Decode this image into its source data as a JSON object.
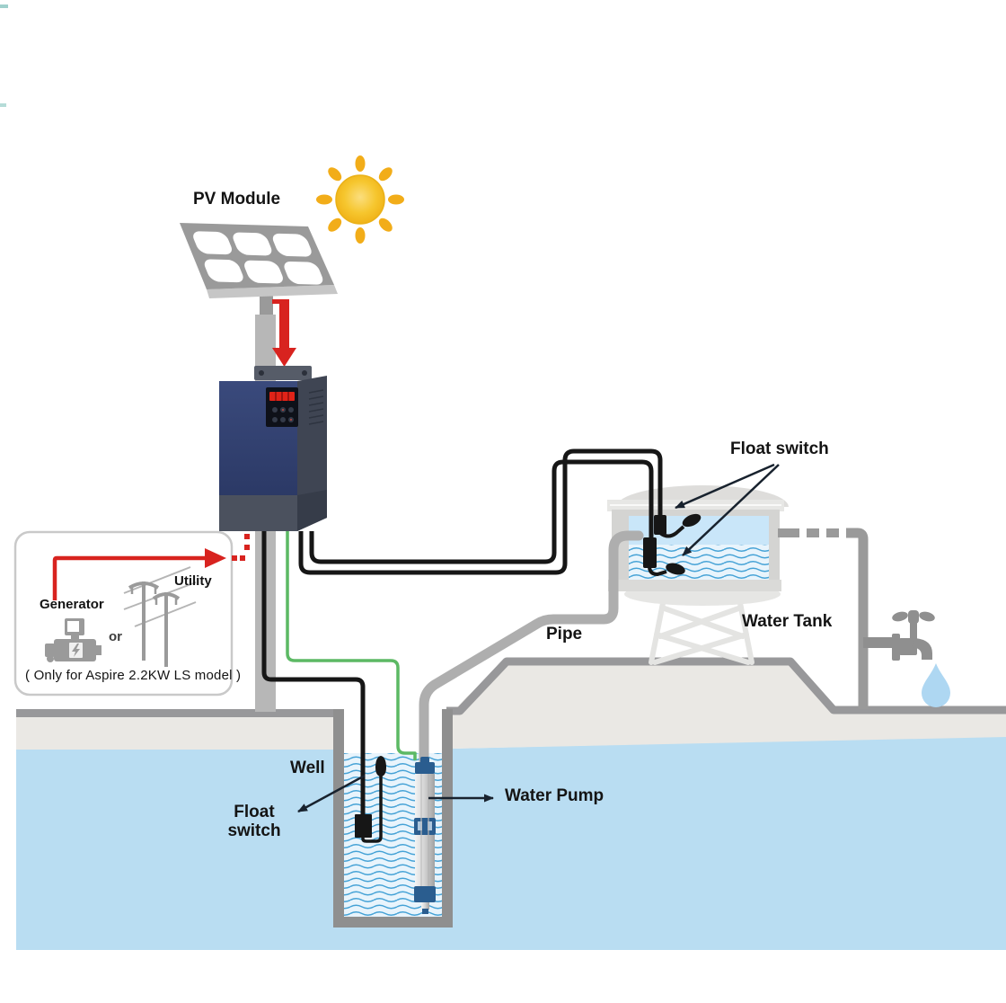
{
  "diagram": {
    "title_context": "Solar water pumping system diagram",
    "labels": {
      "pv_module": "PV Module",
      "float_switch_tank": "Float switch",
      "water_tank": "Water Tank",
      "pipe": "Pipe",
      "well": "Well",
      "float_switch_well": "Float switch",
      "water_pump": "Water Pump",
      "generator": "Generator",
      "utility": "Utility",
      "or": "or",
      "model_note": "( Only for Aspire 2.2KW LS model )"
    },
    "icons": [
      "sun-icon",
      "pv-panel-icon",
      "inverter-icon",
      "generator-icon",
      "utility-poles-icon",
      "water-tank-icon",
      "float-switch-icon",
      "water-pump-icon",
      "faucet-icon",
      "water-drop-icon"
    ],
    "colors": {
      "accent-red": "#d8231f",
      "wire-black": "#161616",
      "wire-green": "#5cb964",
      "water-underground": "#b9ddf2",
      "water-lines": "#45a2d6",
      "water-light": "#e8f4fc",
      "ground-dark": "#98989a",
      "soil": "#eae8e4",
      "structure-gray": "#9a9a9a",
      "pipe-gray": "#aeaeae",
      "tank-gray": "#d4d4d2",
      "tower-gray": "#e4e4e2",
      "inverter-blue": "#2e3d6e",
      "inverter-dark": "#4b515e",
      "pump-blue": "#2a5d8f",
      "sun-yellow": "#f5c022",
      "sun-ray": "#f2ad19",
      "label-color": "#141414"
    }
  }
}
